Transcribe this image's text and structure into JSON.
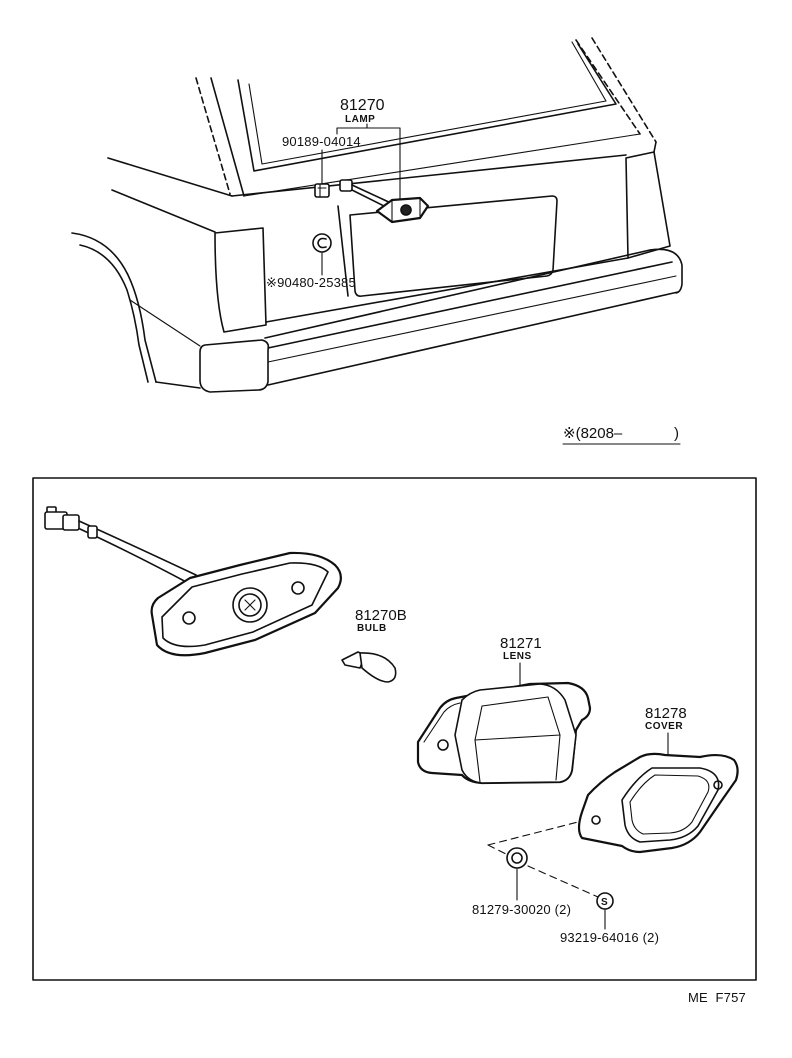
{
  "diagram": {
    "top": {
      "lamp_part_no": "81270",
      "lamp_label": "LAMP",
      "screw_part_no": "90189-04014",
      "grommet_part_no": "※90480-25385",
      "applicability_note_start": "※(8208–",
      "applicability_note_end": ")"
    },
    "detail": {
      "bulb_part_no": "81270B",
      "bulb_label": "BULB",
      "lens_part_no": "81271",
      "lens_label": "LENS",
      "cover_part_no": "81278",
      "cover_label": "COVER",
      "grommet_part_no": "81279-30020 (2)",
      "screw_symbol": "S",
      "screw_part_no": "93219-64016 (2)"
    },
    "footer_code": "ME  F757"
  }
}
